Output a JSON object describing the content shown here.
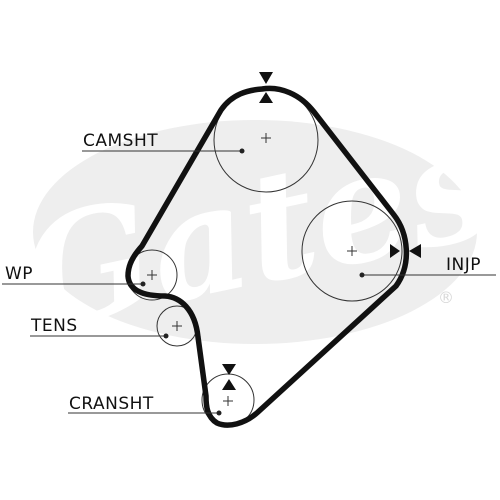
{
  "colors": {
    "belt": "#111111",
    "line": "#333333",
    "watermark": "#eeeeee",
    "background": "#ffffff"
  },
  "watermark": {
    "text": "Gates",
    "mark": "®"
  },
  "labels": {
    "camshaft": "CAMSHT",
    "injection_pump": "INJP",
    "water_pump": "WP",
    "tensioner": "TENS",
    "crankshaft": "CRANSHT"
  }
}
